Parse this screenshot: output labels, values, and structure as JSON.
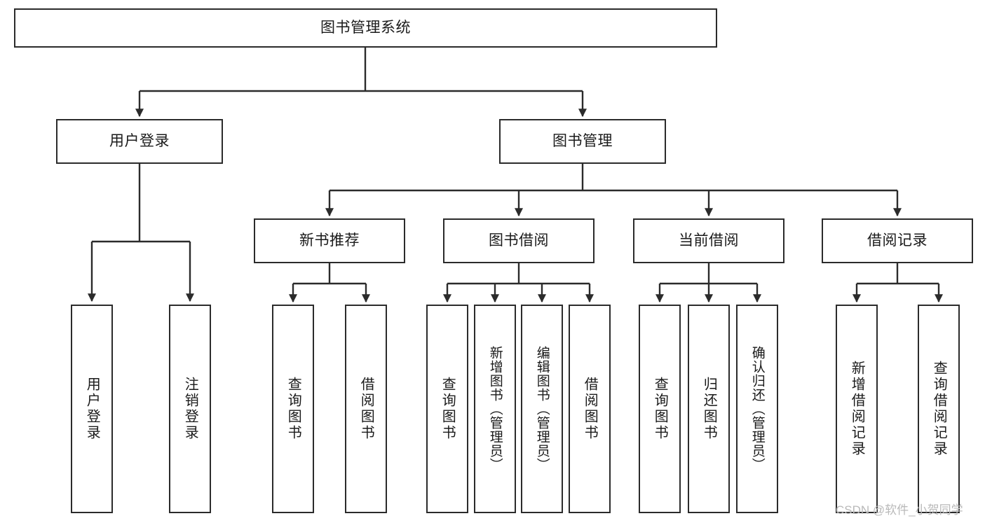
{
  "diagram": {
    "title": "图书管理系统",
    "type": "tree-hierarchy-chart",
    "orientation": "top-down",
    "colors": {
      "box_border": "#2b2b2b",
      "box_fill": "#ffffff",
      "connector": "#2b2b2b",
      "text": "#1a1a1a",
      "watermark": "#b9b9b9",
      "background": "#ffffff"
    },
    "watermark": "CSDN @软件_小贺同学"
  },
  "nodes": {
    "root": {
      "label": "图书管理系统"
    },
    "level2": [
      {
        "id": "user-login",
        "label": "用户登录"
      },
      {
        "id": "book-manage",
        "label": "图书管理"
      }
    ],
    "level3": [
      {
        "id": "new-book-recommend",
        "label": "新书推荐"
      },
      {
        "id": "book-borrow",
        "label": "图书借阅"
      },
      {
        "id": "current-borrow",
        "label": "当前借阅"
      },
      {
        "id": "borrow-record",
        "label": "借阅记录"
      }
    ],
    "leaves": {
      "user_login": [
        {
          "id": "leaf-user-login",
          "label": "用户登录"
        },
        {
          "id": "leaf-logout-login",
          "label": "注销登录"
        }
      ],
      "new_book_recommend": [
        {
          "id": "leaf-query-book-1",
          "label": "查询图书"
        },
        {
          "id": "leaf-borrow-book-1",
          "label": "借阅图书"
        }
      ],
      "book_borrow": [
        {
          "id": "leaf-query-book-2",
          "label": "查询图书"
        },
        {
          "id": "leaf-add-book",
          "label": "新增图书（管理员）"
        },
        {
          "id": "leaf-edit-book",
          "label": "编辑图书（管理员）"
        },
        {
          "id": "leaf-borrow-book-2",
          "label": "借阅图书"
        }
      ],
      "current_borrow": [
        {
          "id": "leaf-query-book-3",
          "label": "查询图书"
        },
        {
          "id": "leaf-return-book",
          "label": "归还图书"
        },
        {
          "id": "leaf-confirm-return",
          "label": "确认归还（管理员）"
        }
      ],
      "borrow_record": [
        {
          "id": "leaf-add-record",
          "label": "新增借阅记录"
        },
        {
          "id": "leaf-query-record",
          "label": "查询借阅记录"
        }
      ]
    }
  },
  "chart_data": {
    "type": "table",
    "title": "图书管理系统",
    "hierarchy": [
      {
        "label": "图书管理系统",
        "children": [
          {
            "label": "用户登录",
            "children": [
              {
                "label": "用户登录"
              },
              {
                "label": "注销登录"
              }
            ]
          },
          {
            "label": "图书管理",
            "children": [
              {
                "label": "新书推荐",
                "children": [
                  {
                    "label": "查询图书"
                  },
                  {
                    "label": "借阅图书"
                  }
                ]
              },
              {
                "label": "图书借阅",
                "children": [
                  {
                    "label": "查询图书"
                  },
                  {
                    "label": "新增图书（管理员）"
                  },
                  {
                    "label": "编辑图书（管理员）"
                  },
                  {
                    "label": "借阅图书"
                  }
                ]
              },
              {
                "label": "当前借阅",
                "children": [
                  {
                    "label": "查询图书"
                  },
                  {
                    "label": "归还图书"
                  },
                  {
                    "label": "确认归还（管理员）"
                  }
                ]
              },
              {
                "label": "借阅记录",
                "children": [
                  {
                    "label": "新增借阅记录"
                  },
                  {
                    "label": "查询借阅记录"
                  }
                ]
              }
            ]
          }
        ]
      }
    ]
  }
}
